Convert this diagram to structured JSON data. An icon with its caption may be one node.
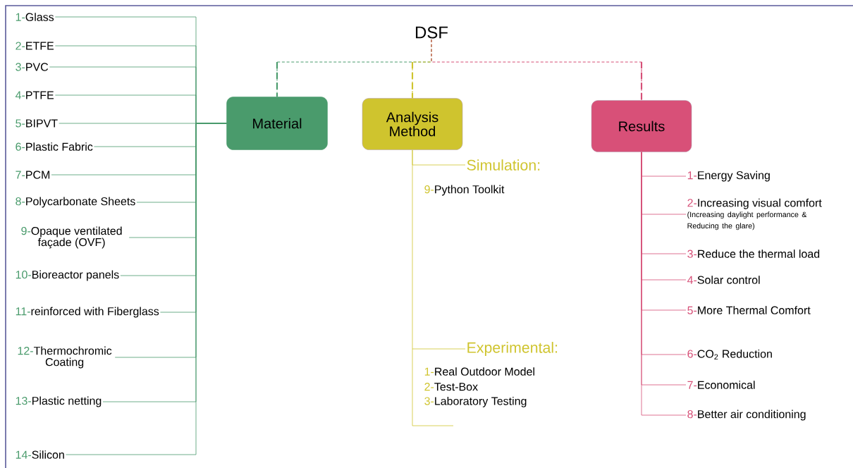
{
  "diagram": {
    "nodes": [
      {
        "text": [
          "DSF"
        ]
      },
      {
        "text": [
          "Material"
        ]
      },
      {
        "text": [
          "Analysis Method"
        ]
      },
      {
        "text": [
          "Results"
        ]
      },
      {
        "text": [
          "1-",
          "Glass"
        ]
      },
      {
        "text": [
          "2-",
          "ETFE"
        ]
      },
      {
        "text": [
          "3-",
          "PVC"
        ]
      },
      {
        "text": [
          "4-",
          "PTFE"
        ]
      },
      {
        "text": [
          "5-",
          "BIPVT"
        ]
      },
      {
        "text": [
          "6-",
          "Plastic Fabric"
        ]
      },
      {
        "text": [
          "7-",
          "PCM"
        ]
      },
      {
        "text": [
          "8-",
          "Polycarbonate Sheets"
        ]
      },
      {
        "text": [
          "9-",
          "Opaque ventilated façade (OVF)"
        ]
      },
      {
        "text": [
          "10-",
          "Bioreactor panels"
        ]
      },
      {
        "text": [
          "11-",
          "reinforced with Fiberglass"
        ]
      },
      {
        "text": [
          "12-",
          "Thermochromic Coating"
        ]
      },
      {
        "text": [
          "13-",
          "Plastic netting"
        ]
      },
      {
        "text": [
          "14-",
          "Silicon"
        ]
      },
      {
        "text": [
          "Simulation:"
        ],
        "beside": [
          "9-",
          "Python Toolkit"
        ]
      },
      {
        "text": [
          "Experimental:"
        ],
        "beside": [
          "1-",
          "Real Outdoor Model",
          "2-",
          "Test-Box",
          "3-",
          "Laboratory Testing"
        ]
      },
      {
        "text": [
          "1-",
          "Energy Saving"
        ]
      },
      {
        "text": [
          "2-",
          "Increasing visual comfort",
          "(Increasing daylight performance & Reducing the glare)"
        ]
      },
      {
        "text": [
          "3-",
          "Reduce the thermal load"
        ]
      },
      {
        "text": [
          "4-",
          "Solar control"
        ]
      },
      {
        "text": [
          "5-",
          "More Thermal Comfort"
        ]
      },
      {
        "text": [
          "6-",
          "CO$_{2}$ Reduction"
        ]
      },
      {
        "text": [
          "7-",
          "Economical"
        ]
      },
      {
        "text": [
          "8-",
          "Better air conditioning"
        ]
      }
    ],
    "edges": [
      {
        "from": 0,
        "to": 1,
        "arrow": "none",
        "style": "dashed",
        "color": "#4a9b6c"
      },
      {
        "from": 0,
        "to": 2,
        "arrow": "none",
        "style": "dashed",
        "color": "#cfc42e"
      },
      {
        "from": 0,
        "to": 3,
        "arrow": "none",
        "style": "dashed",
        "color": "#d64f77"
      },
      {
        "from": 1,
        "to": 4,
        "arrow": "none",
        "color": "#4a9b6c"
      },
      {
        "from": 1,
        "to": 5,
        "arrow": "none",
        "color": "#4a9b6c"
      },
      {
        "from": 1,
        "to": 6,
        "arrow": "none",
        "color": "#4a9b6c"
      },
      {
        "from": 1,
        "to": 7,
        "arrow": "none",
        "color": "#4a9b6c"
      },
      {
        "from": 1,
        "to": 8,
        "arrow": "none",
        "color": "#4a9b6c"
      },
      {
        "from": 1,
        "to": 9,
        "arrow": "none",
        "color": "#4a9b6c"
      },
      {
        "from": 1,
        "to": 10,
        "arrow": "none",
        "color": "#4a9b6c"
      },
      {
        "from": 1,
        "to": 11,
        "arrow": "none",
        "color": "#4a9b6c"
      },
      {
        "from": 1,
        "to": 12,
        "arrow": "none",
        "color": "#4a9b6c"
      },
      {
        "from": 1,
        "to": 13,
        "arrow": "none",
        "color": "#4a9b6c"
      },
      {
        "from": 1,
        "to": 14,
        "arrow": "none",
        "color": "#4a9b6c"
      },
      {
        "from": 1,
        "to": 15,
        "arrow": "none",
        "color": "#4a9b6c"
      },
      {
        "from": 1,
        "to": 16,
        "arrow": "none",
        "color": "#4a9b6c"
      },
      {
        "from": 1,
        "to": 17,
        "arrow": "none",
        "color": "#4a9b6c"
      },
      {
        "from": 2,
        "to": 18,
        "arrow": "none",
        "color": "#cfc42e"
      },
      {
        "from": 2,
        "to": 19,
        "arrow": "none",
        "color": "#cfc42e"
      },
      {
        "from": 3,
        "to": 20,
        "arrow": "none",
        "color": "#d64f77"
      },
      {
        "from": 3,
        "to": 21,
        "arrow": "none",
        "color": "#d64f77"
      },
      {
        "from": 3,
        "to": 22,
        "arrow": "none",
        "color": "#d64f77"
      },
      {
        "from": 3,
        "to": 23,
        "arrow": "none",
        "color": "#d64f77"
      },
      {
        "from": 3,
        "to": 24,
        "arrow": "none",
        "color": "#d64f77"
      },
      {
        "from": 3,
        "to": 25,
        "arrow": "none",
        "color": "#d64f77"
      },
      {
        "from": 3,
        "to": 26,
        "arrow": "none",
        "color": "#d64f77"
      },
      {
        "from": 3,
        "to": 27,
        "arrow": "none",
        "color": "#d64f77"
      }
    ]
  }
}
